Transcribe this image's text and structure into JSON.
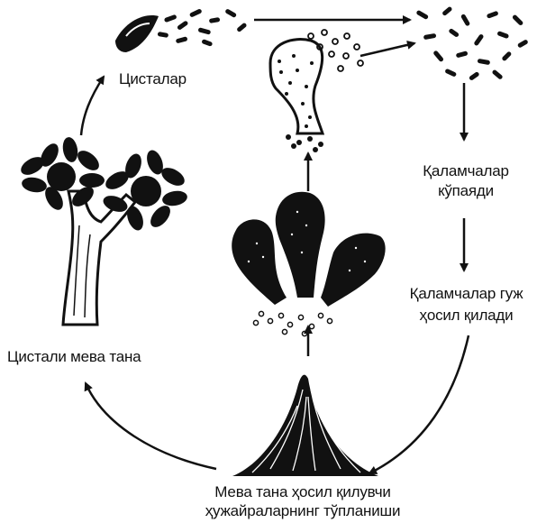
{
  "diagram": {
    "labels": {
      "cysts": "Цисталар",
      "rods_multiply_1": "Қаламчалар",
      "rods_multiply_2": "кўпаяди",
      "rods_swarm_1": "Қаламчалар гуж",
      "rods_swarm_2": "ҳосил қилади",
      "cyst_fruit_body": "Цистали мева тана",
      "fruit_formation_1": "Мева тана ҳосил қилувчи",
      "fruit_formation_2": "ҳужайраларнинг тўпланиши"
    },
    "colors": {
      "ink": "#111111",
      "paper": "#ffffff"
    }
  }
}
